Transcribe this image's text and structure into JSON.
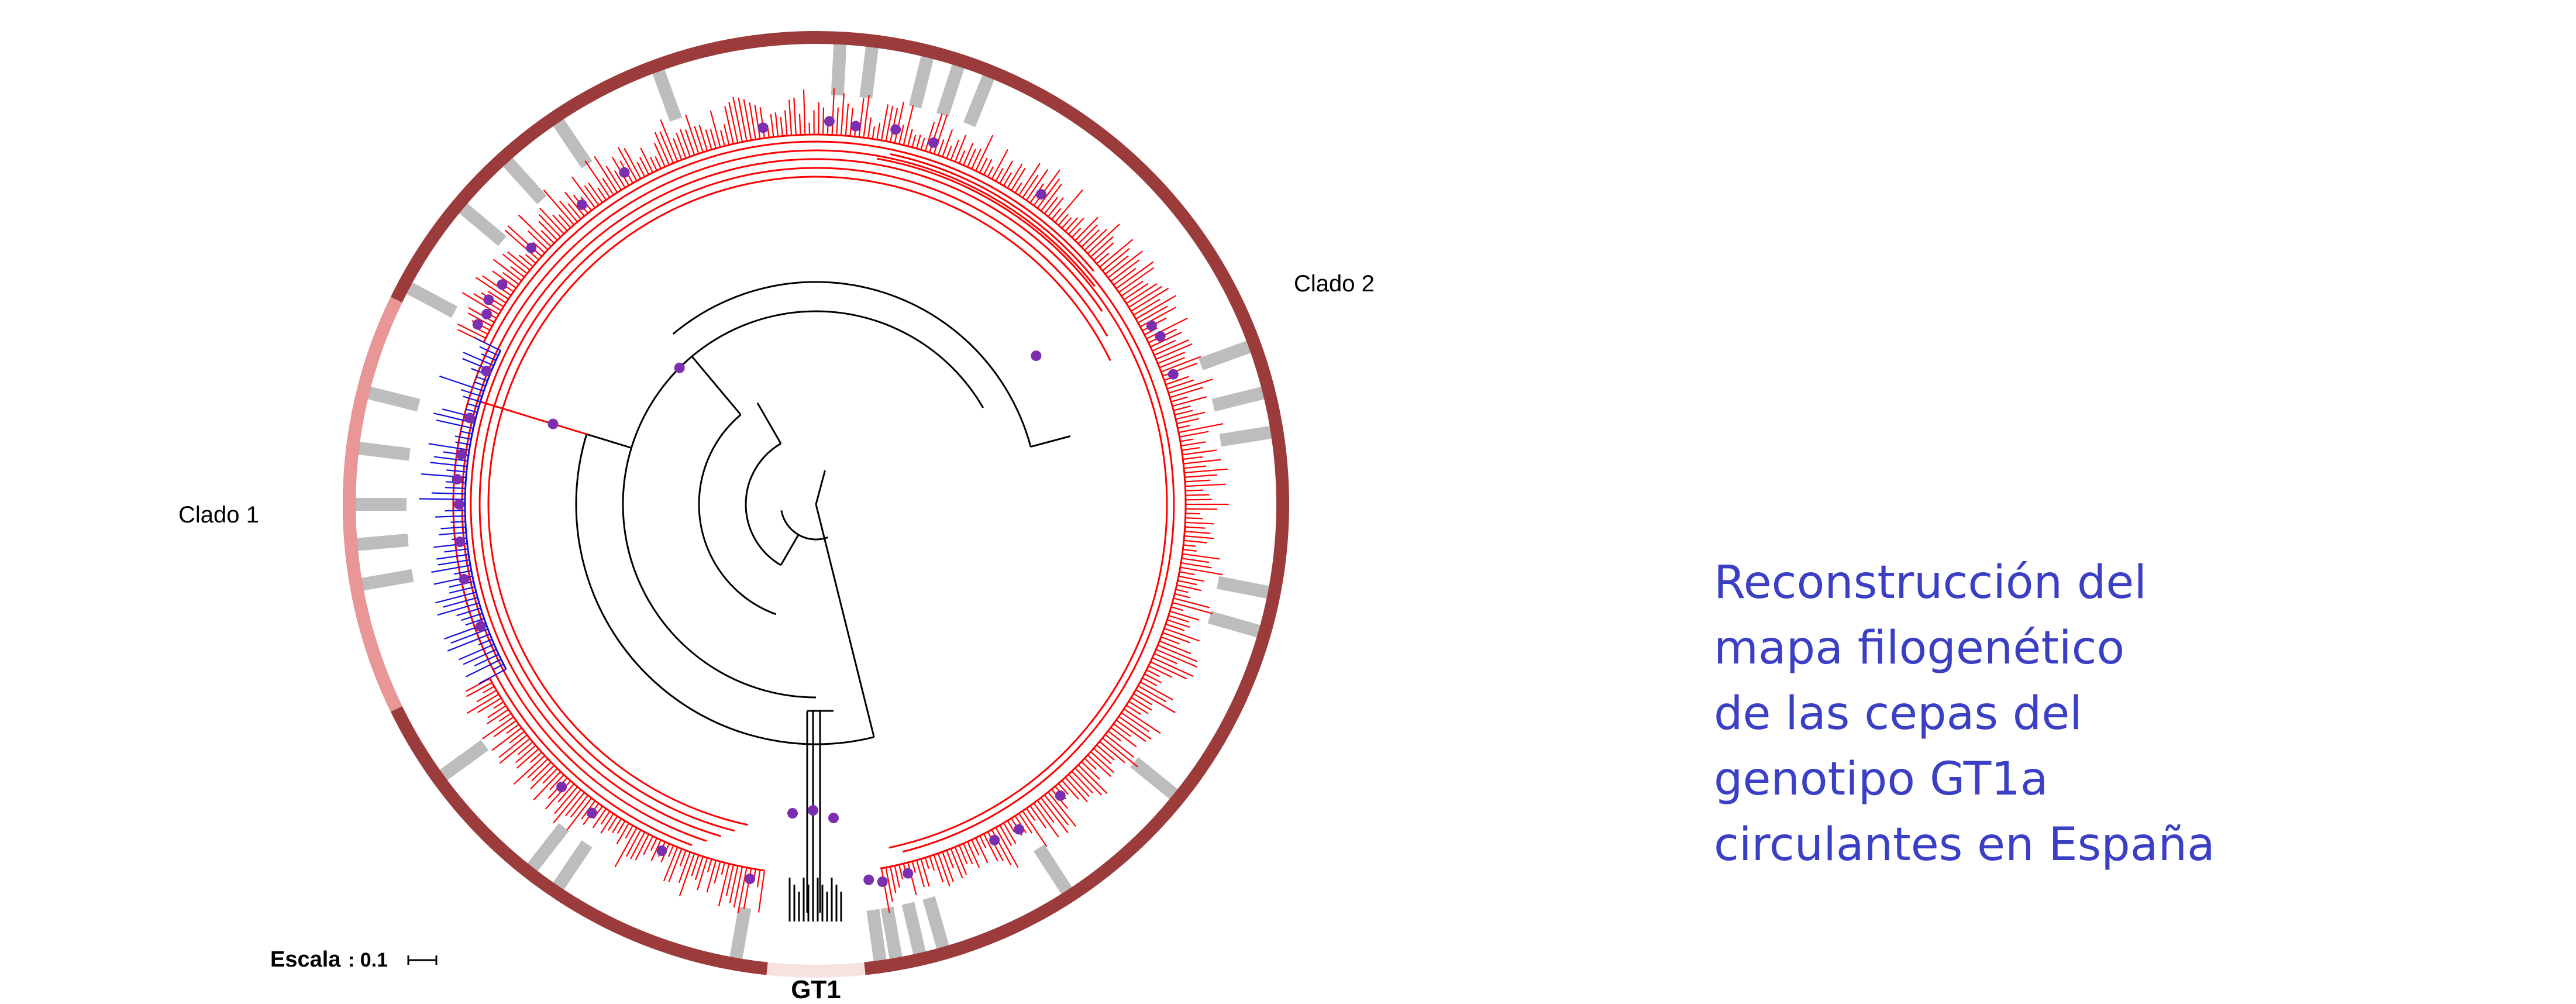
{
  "labels": {
    "clade1": "Clado 1",
    "clade2": "Clado 2",
    "root": "GT1",
    "scale_word": "Escala",
    "scale_value": ": 0.1"
  },
  "caption": [
    "Reconstrucción del",
    "mapa filogenético",
    "de las cepas del",
    "genotipo GT1a",
    "circulantes en España"
  ],
  "colors": {
    "outer_ring_clade2": "#9b3b3b",
    "outer_ring_clade1": "#e89696",
    "outer_ring_root": "#f7e2e2",
    "branches_clade2": "#ff0000",
    "branches_clade1": "#1010e0",
    "backbone": "#000000",
    "node_markers": "#7b2fb0",
    "highlight_bands": "#bdbdbd",
    "caption_text": "#3b3fc4"
  }
}
